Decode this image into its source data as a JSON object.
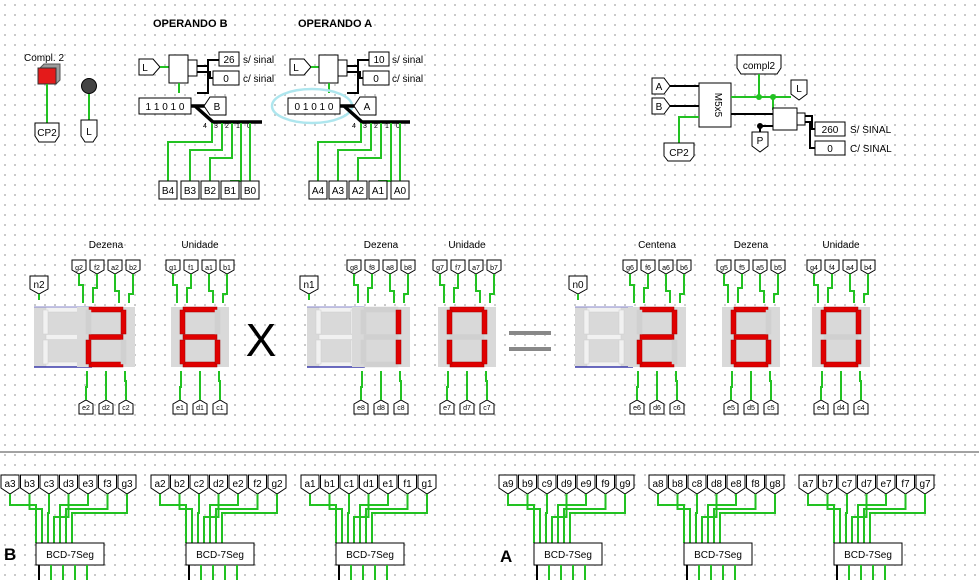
{
  "headers": {
    "operando_b": "OPERANDO B",
    "operando_a": "OPERANDO A"
  },
  "controls": {
    "compl_label": "Compl. 2",
    "cp2": "CP2",
    "l": "L"
  },
  "operand_b": {
    "l": "L",
    "bits": "1 1 0 1 0",
    "pin": "B",
    "out_unsigned": "26",
    "out_signed": "0",
    "label_unsigned": "s/ sinal",
    "label_signed": "c/ sinal",
    "taps": [
      "B4",
      "B3",
      "B2",
      "B1",
      "B0"
    ]
  },
  "operand_a": {
    "l": "L",
    "bits": "0 1 0 1 0",
    "pin": "A",
    "out_unsigned": "10",
    "out_signed": "0",
    "label_unsigned": "s/ sinal",
    "label_signed": "c/ sinal",
    "taps": [
      "A4",
      "A3",
      "A2",
      "A1",
      "A0"
    ]
  },
  "multiplier": {
    "a": "A",
    "b": "B",
    "chip": "M5x5",
    "cp2": "CP2",
    "compl2": "compl2",
    "l": "L",
    "p": "P",
    "result_unsigned": "260",
    "result_signed": "0",
    "label_unsigned": "S/ SINAL",
    "label_signed": "C/ SINAL"
  },
  "display_b": {
    "sign": "n2",
    "dezena_label": "Dezena",
    "unidade_label": "Unidade",
    "digits": [
      "",
      "2",
      "6"
    ],
    "pins": {
      "d_top": [
        "g2",
        "f2",
        "a2",
        "b2"
      ],
      "d_bot": [
        "e2",
        "d2",
        "c2"
      ],
      "u_top": [
        "g1",
        "f1",
        "a1",
        "b1"
      ],
      "u_bot": [
        "e1",
        "d1",
        "c1"
      ]
    }
  },
  "operator_x": "X",
  "operator_eq": "=",
  "display_a": {
    "sign": "n1",
    "dezena_label": "Dezena",
    "unidade_label": "Unidade",
    "digits": [
      "",
      "1",
      "0"
    ],
    "pins": {
      "d_top": [
        "g8",
        "f8",
        "a8",
        "b8"
      ],
      "d_bot": [
        "e8",
        "d8",
        "c8"
      ],
      "u_top": [
        "g7",
        "f7",
        "a7",
        "b7"
      ],
      "u_bot": [
        "e7",
        "d7",
        "c7"
      ]
    }
  },
  "display_r": {
    "sign": "n0",
    "centena_label": "Centena",
    "dezena_label": "Dezena",
    "unidade_label": "Unidade",
    "digits": [
      "",
      "2",
      "6",
      "0"
    ],
    "pins": {
      "c_top": [
        "g6",
        "f6",
        "a6",
        "b6"
      ],
      "c_bot": [
        "e6",
        "d6",
        "c6"
      ],
      "d_top": [
        "g5",
        "f5",
        "a5",
        "b5"
      ],
      "d_bot": [
        "e5",
        "d5",
        "c5"
      ],
      "u_top": [
        "g4",
        "f4",
        "a4",
        "b4"
      ],
      "u_bot": [
        "e4",
        "d4",
        "c4"
      ]
    }
  },
  "bcd": {
    "b_label": "B",
    "a_label": "A",
    "groups": [
      {
        "chip": "BCD-7Seg",
        "pins": [
          "a3",
          "b3",
          "c3",
          "d3",
          "e3",
          "f3",
          "g3"
        ]
      },
      {
        "chip": "BCD-7Seg",
        "pins": [
          "a2",
          "b2",
          "c2",
          "d2",
          "e2",
          "f2",
          "g2"
        ]
      },
      {
        "chip": "BCD-7Seg",
        "pins": [
          "a1",
          "b1",
          "c1",
          "d1",
          "e1",
          "f1",
          "g1"
        ]
      },
      {
        "chip": "BCD-7Seg",
        "pins": [
          "a9",
          "b9",
          "c9",
          "d9",
          "e9",
          "f9",
          "g9"
        ]
      },
      {
        "chip": "BCD-7Seg",
        "pins": [
          "a8",
          "b8",
          "c8",
          "d8",
          "e8",
          "f8",
          "g8"
        ]
      },
      {
        "chip": "BCD-7Seg",
        "pins": [
          "a7",
          "b7",
          "c7",
          "d7",
          "e7",
          "f7",
          "g7"
        ]
      }
    ]
  }
}
